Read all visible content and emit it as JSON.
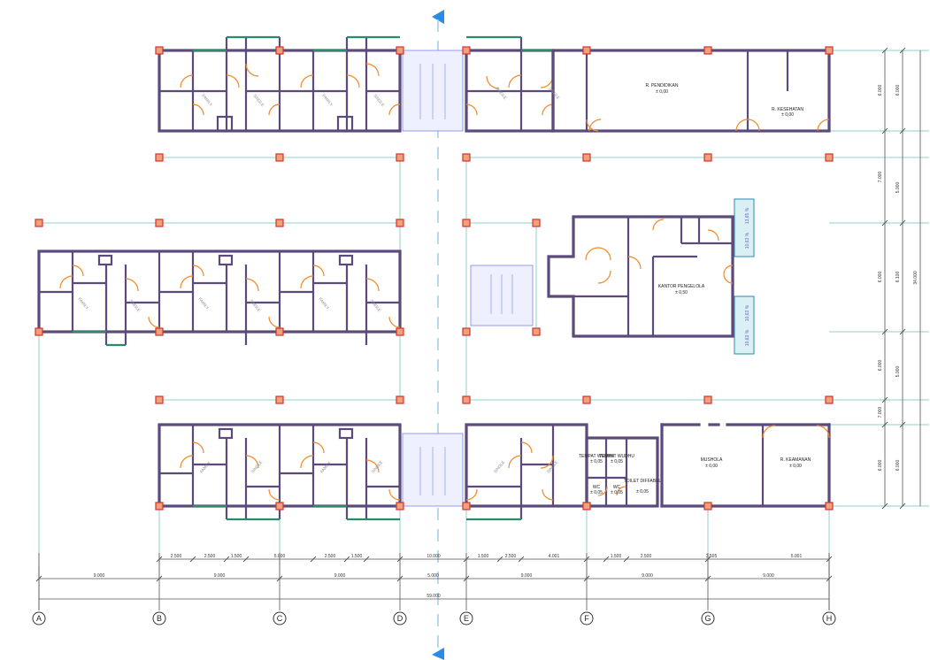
{
  "rooms": {
    "pendidikan": {
      "name": "R. PENDIDIKAN",
      "level": "± 0,00"
    },
    "kesehatan": {
      "name": "R. KESEHATAN",
      "level": "± 0,00"
    },
    "kantor": {
      "name": "KANTOR PENGELOLA",
      "level": "± 0,50"
    },
    "tempat_wudhu_1": {
      "name": "TEMPAT WUDHU",
      "level": "± 0,05"
    },
    "tempat_wudhu_2": {
      "name": "TEMPAT WUDHU",
      "level": "± 0,05"
    },
    "wc_1": {
      "name": "WC",
      "level": "± 0,05"
    },
    "wc_2": {
      "name": "WC",
      "level": "± 0,05"
    },
    "toilet": {
      "name": "TOILET DIFFABEL",
      "level": "± 0,05"
    },
    "mushola": {
      "name": "MUSHOLA",
      "level": "± 0,00"
    },
    "keamanan": {
      "name": "R. KEAMANAN",
      "level": "± 0,00"
    }
  },
  "unit_labels": {
    "family": "FAMILY",
    "single": "SINGLE"
  },
  "ramp_labels": [
    "13,65 %",
    "10,63 %",
    "10,63 %",
    "10,63 %"
  ],
  "grid_labels": [
    "A",
    "B",
    "C",
    "D",
    "E",
    "F",
    "G",
    "H"
  ],
  "dims_bottom_row1": [
    "2.500",
    "2.500",
    "1.500",
    "5.000",
    "2.500",
    "1.500",
    "10.000",
    "1.500",
    "2.500",
    "4.001",
    "1.500",
    "2.500",
    "3.505",
    "5.001"
  ],
  "dims_bottom_row2": [
    "9.000",
    "9.000",
    "9.000",
    "5.000",
    "9.000",
    "9.000",
    "9.000"
  ],
  "dim_total": "59.000",
  "dims_right_col1": [
    "6.000",
    "7.000",
    "6.000",
    "6.000",
    "7.000",
    "6.000"
  ],
  "dims_right_col2": [
    "6.000",
    "5.000",
    "6.100",
    "5.000",
    "6.000"
  ],
  "dim_right_total": "34.000"
}
